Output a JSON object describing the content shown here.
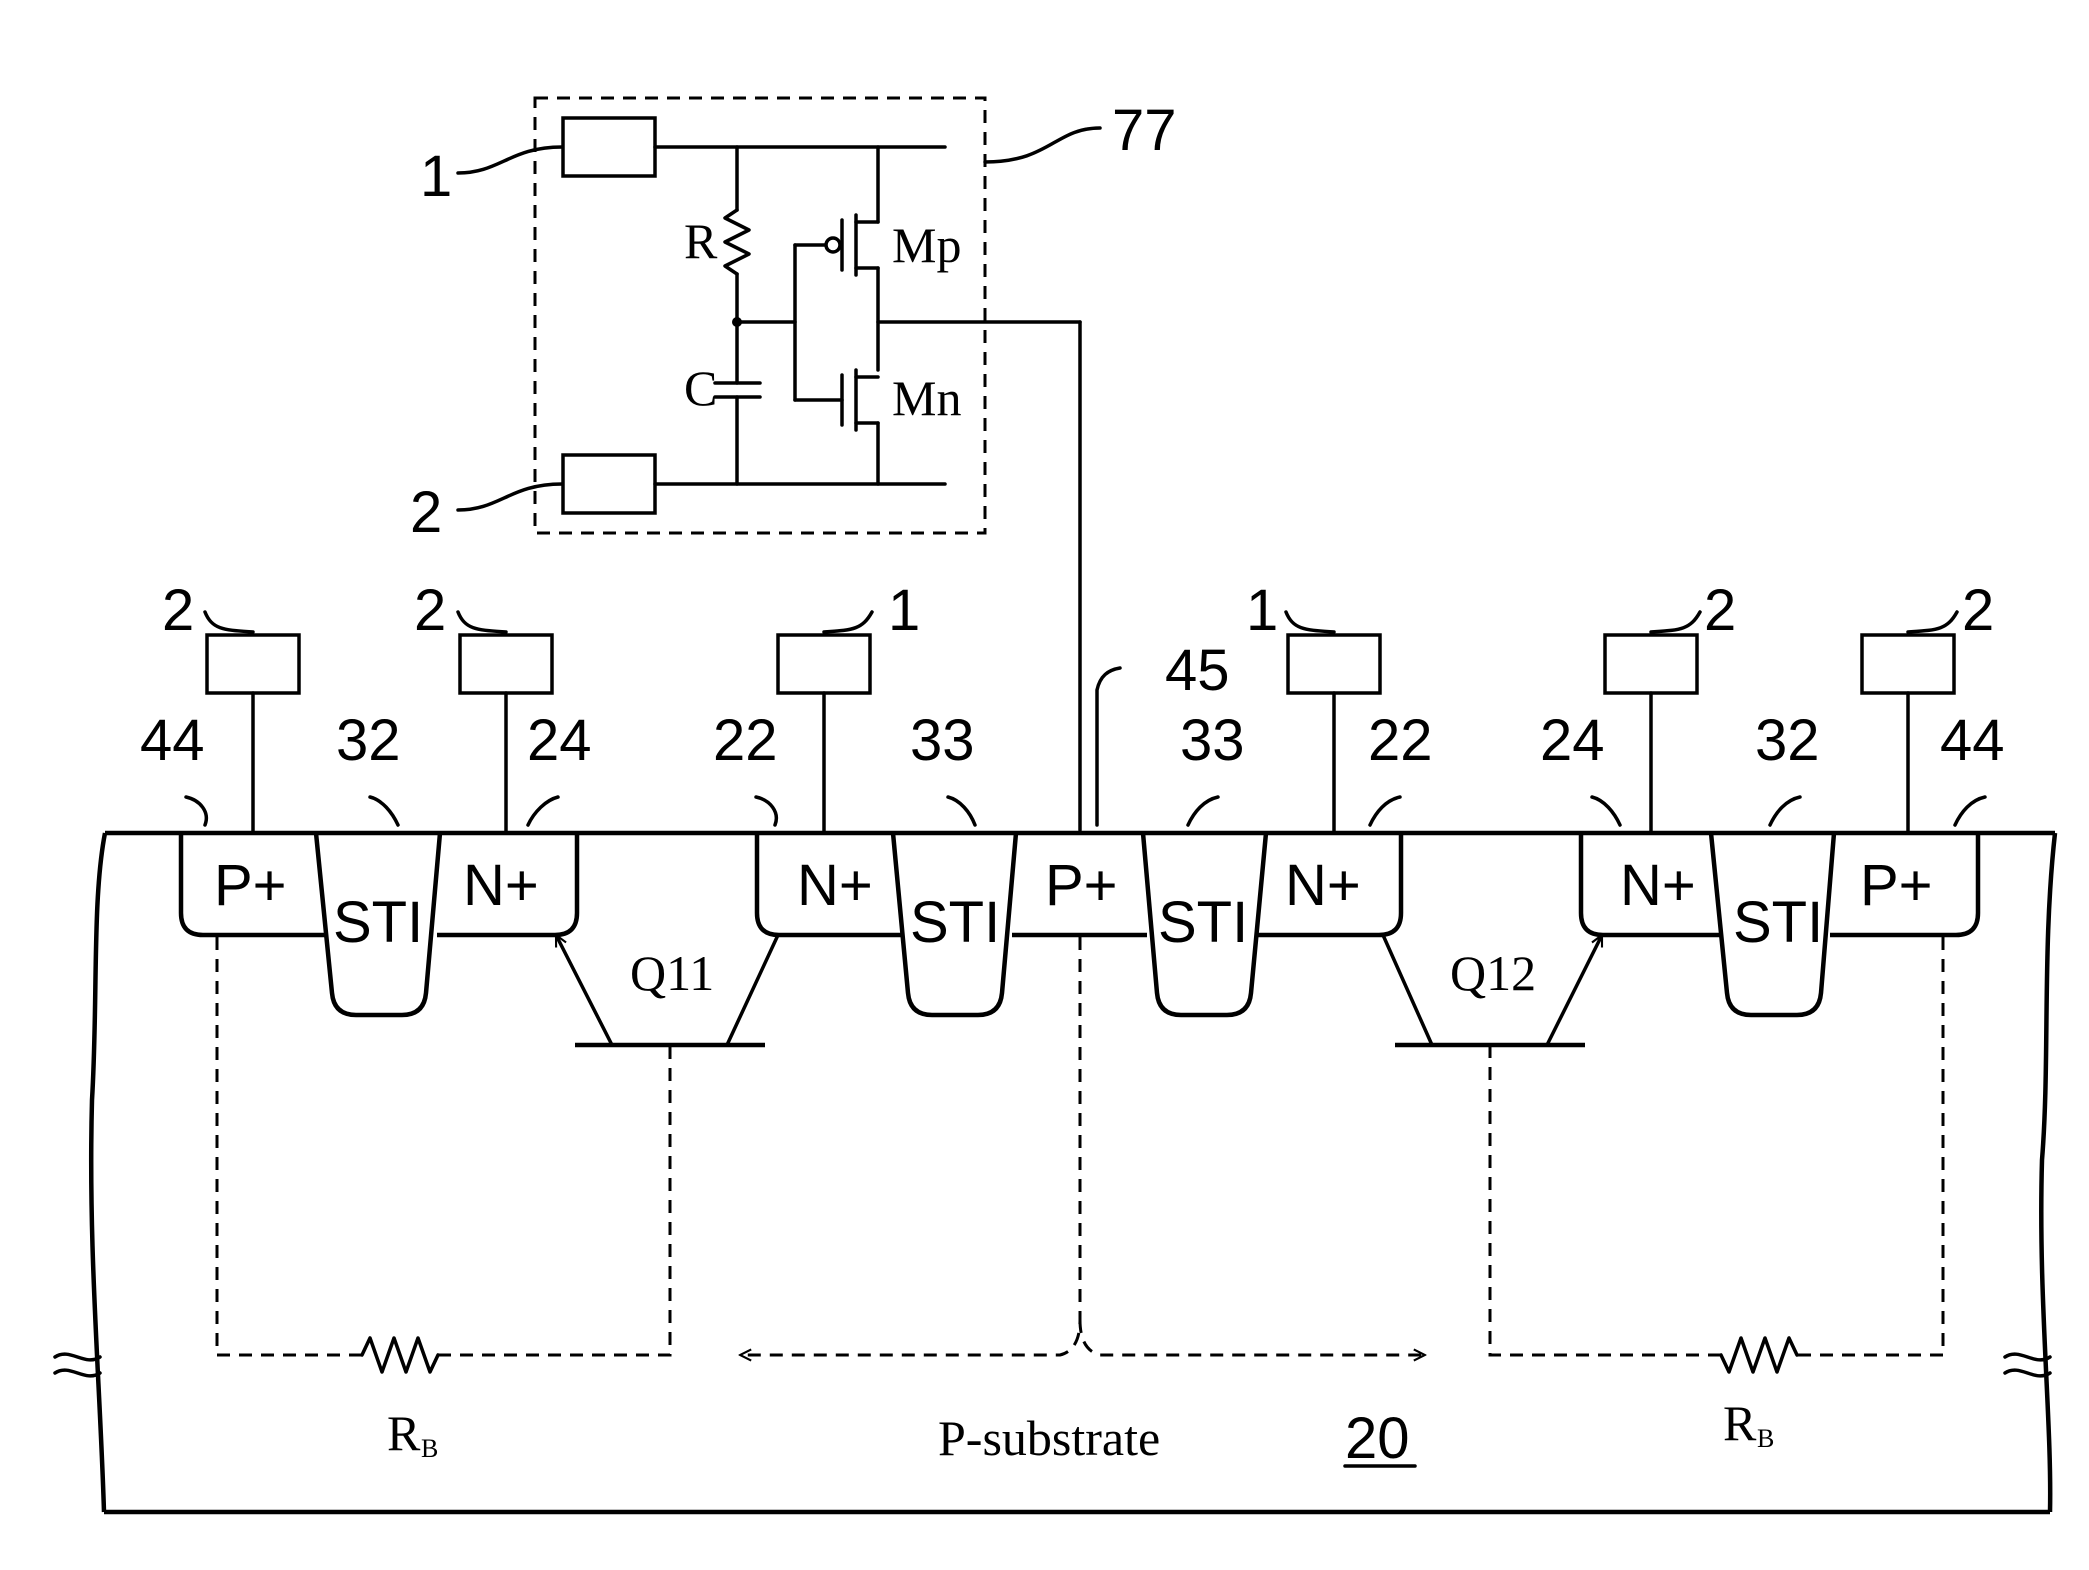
{
  "inset": {
    "ref": "77",
    "pad_top": "1",
    "pad_bottom": "2",
    "resistor": "R",
    "capacitor": "C",
    "pmos": "Mp",
    "nmos": "Mn"
  },
  "pads": [
    "2",
    "2",
    "1",
    "1",
    "2",
    "2"
  ],
  "refs": {
    "p_left": "44",
    "sti_left": "32",
    "n_left": "24",
    "n_mid_left": "22",
    "sti_mid_left": "33",
    "p_center": "45",
    "sti_mid_right": "33",
    "n_mid_right": "22",
    "n_right": "24",
    "sti_right": "32",
    "p_right": "44"
  },
  "regions": {
    "p_left": "P+",
    "sti_left": "STI",
    "n_left": "N+",
    "n_mid_left": "N+",
    "sti_mid_left": "STI",
    "p_center": "P+",
    "sti_mid_right": "STI",
    "n_mid_right": "N+",
    "n_right": "N+",
    "sti_right": "STI",
    "p_right": "P+"
  },
  "transistors": {
    "left": "Q11",
    "right": "Q12"
  },
  "substrate_resistor": {
    "main": "R",
    "sub": "B"
  },
  "substrate": {
    "label": "P-substrate",
    "ref": "20"
  }
}
